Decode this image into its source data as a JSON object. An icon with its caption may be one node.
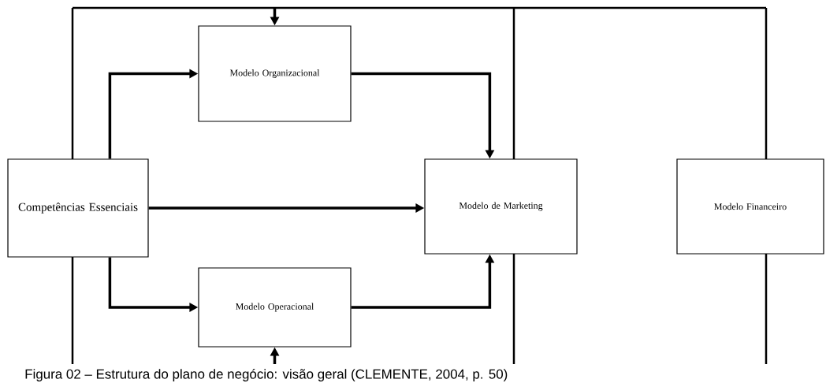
{
  "diagram": {
    "caption": "Figura 02 – Estrutura do plano de negócio: visão geral (CLEMENTE, 2004, p. 50)",
    "nodes": [
      {
        "text": [
          "Competências Essenciais"
        ]
      },
      {
        "text": [
          "Modelo Organizacional"
        ]
      },
      {
        "text": [
          "Modelo de Marketing"
        ]
      },
      {
        "text": [
          "Modelo Operacional"
        ]
      },
      {
        "text": [
          "Modelo Financeiro"
        ]
      }
    ],
    "edges": [
      {
        "from": 0,
        "to": 1,
        "arrow": "to"
      },
      {
        "from": 0,
        "to": 2,
        "arrow": "to"
      },
      {
        "from": 0,
        "to": 3,
        "arrow": "to"
      },
      {
        "from": 1,
        "to": 2,
        "arrow": "to"
      },
      {
        "from": 3,
        "to": 2,
        "arrow": "to"
      },
      {
        "from": null,
        "to": 1,
        "arrow": "to"
      },
      {
        "from": null,
        "to": 3,
        "arrow": "to"
      }
    ]
  }
}
